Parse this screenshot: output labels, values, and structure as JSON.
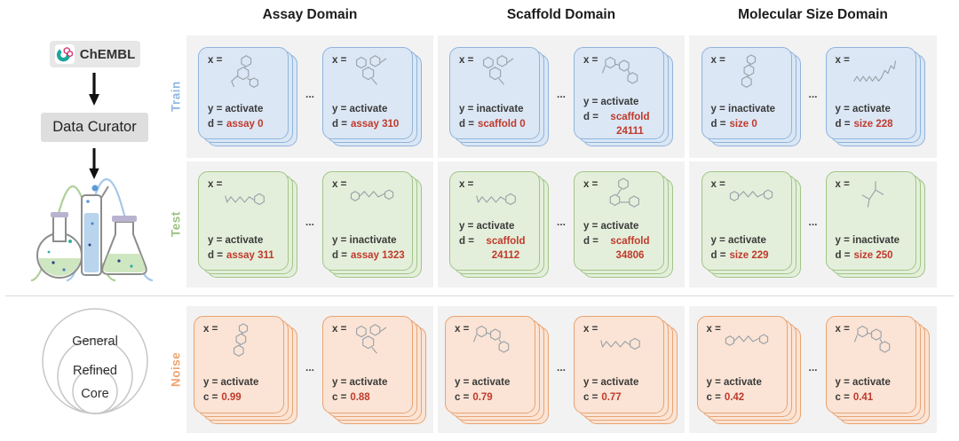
{
  "figure": {
    "left_pipeline": {
      "chembl_label": "ChEMBL",
      "data_curator_label": "Data Curator"
    },
    "dataset_circles": {
      "outer": "General",
      "middle": "Refined",
      "inner": "Core"
    },
    "column_headers": [
      "Assay Domain",
      "Scaffold Domain",
      "Molecular Size Domain"
    ],
    "row_labels": [
      {
        "key": "train",
        "label": "Train",
        "color": "#8fb8e3"
      },
      {
        "key": "test",
        "label": "Test",
        "color": "#9cc183"
      },
      {
        "key": "noise",
        "label": "Noise",
        "color": "#f0a470"
      }
    ],
    "ellipsis": "...",
    "colors": {
      "panel_bg": "#f2f2f3",
      "train_card_fill": "#dbe7f5",
      "train_card_border": "#8fb4dc",
      "test_card_fill": "#e4efdb",
      "test_card_border": "#a0c586",
      "noise_card_fill": "#fbe4d5",
      "noise_card_border": "#e8a372",
      "value_red": "#c0392b",
      "text_dark": "#3a3a3a"
    },
    "domains": [
      {
        "title": "Assay Domain",
        "cells": {
          "train": [
            {
              "x_label": "x =",
              "y_text": "y = activate",
              "d_label": "d =",
              "d_value": "assay 0",
              "molecule": "v1"
            },
            {
              "x_label": "x =",
              "y_text": "y = activate",
              "d_label": "d =",
              "d_value": "assay 310",
              "molecule": "v2"
            }
          ],
          "test": [
            {
              "x_label": "x =",
              "y_text": "y = activate",
              "d_label": "d =",
              "d_value": "assay 311",
              "molecule": "v3"
            },
            {
              "x_label": "x =",
              "y_text": "y = inactivate",
              "d_label": "d =",
              "d_value": "assay 1323",
              "molecule": "v4"
            }
          ],
          "noise": [
            {
              "x_label": "x =",
              "y_text": "y = activate",
              "d_label": "c =",
              "d_value": "0.99",
              "molecule": "v7"
            },
            {
              "x_label": "x =",
              "y_text": "y = activate",
              "d_label": "c =",
              "d_value": "0.88",
              "molecule": "v2"
            }
          ]
        }
      },
      {
        "title": "Scaffold Domain",
        "cells": {
          "train": [
            {
              "x_label": "x =",
              "y_text": "y = inactivate",
              "d_label": "d =",
              "d_value": "scaffold 0",
              "molecule": "v2"
            },
            {
              "x_label": "x =",
              "y_text": "y = activate",
              "d_label": "d =",
              "d_value": "scaffold 24111",
              "molecule": "v8"
            }
          ],
          "test": [
            {
              "x_label": "x =",
              "y_text": "y = activate",
              "d_label": "d =",
              "d_value": "scaffold 24112",
              "molecule": "v3"
            },
            {
              "x_label": "x =",
              "y_text": "y = activate",
              "d_label": "d =",
              "d_value": "scaffold 34806",
              "molecule": "v9"
            }
          ],
          "noise": [
            {
              "x_label": "x =",
              "y_text": "y = activate",
              "d_label": "c =",
              "d_value": "0.79",
              "molecule": "v8"
            },
            {
              "x_label": "x =",
              "y_text": "y = activate",
              "d_label": "c =",
              "d_value": "0.77",
              "molecule": "v3"
            }
          ]
        }
      },
      {
        "title": "Molecular Size Domain",
        "cells": {
          "train": [
            {
              "x_label": "x =",
              "y_text": "y = inactivate",
              "d_label": "d =",
              "d_value": "size 0",
              "molecule": "v7"
            },
            {
              "x_label": "x =",
              "y_text": "y = activate",
              "d_label": "d =",
              "d_value": "size 228",
              "molecule": "v5"
            }
          ],
          "test": [
            {
              "x_label": "x =",
              "y_text": "y = activate",
              "d_label": "d =",
              "d_value": "size 229",
              "molecule": "v4"
            },
            {
              "x_label": "x =",
              "y_text": "y = inactivate",
              "d_label": "d =",
              "d_value": "size 250",
              "molecule": "v6"
            }
          ],
          "noise": [
            {
              "x_label": "x =",
              "y_text": "y = activate",
              "d_label": "c =",
              "d_value": "0.42",
              "molecule": "v4"
            },
            {
              "x_label": "x =",
              "y_text": "y = activate",
              "d_label": "c =",
              "d_value": "0.41",
              "molecule": "v8"
            }
          ]
        }
      }
    ]
  }
}
